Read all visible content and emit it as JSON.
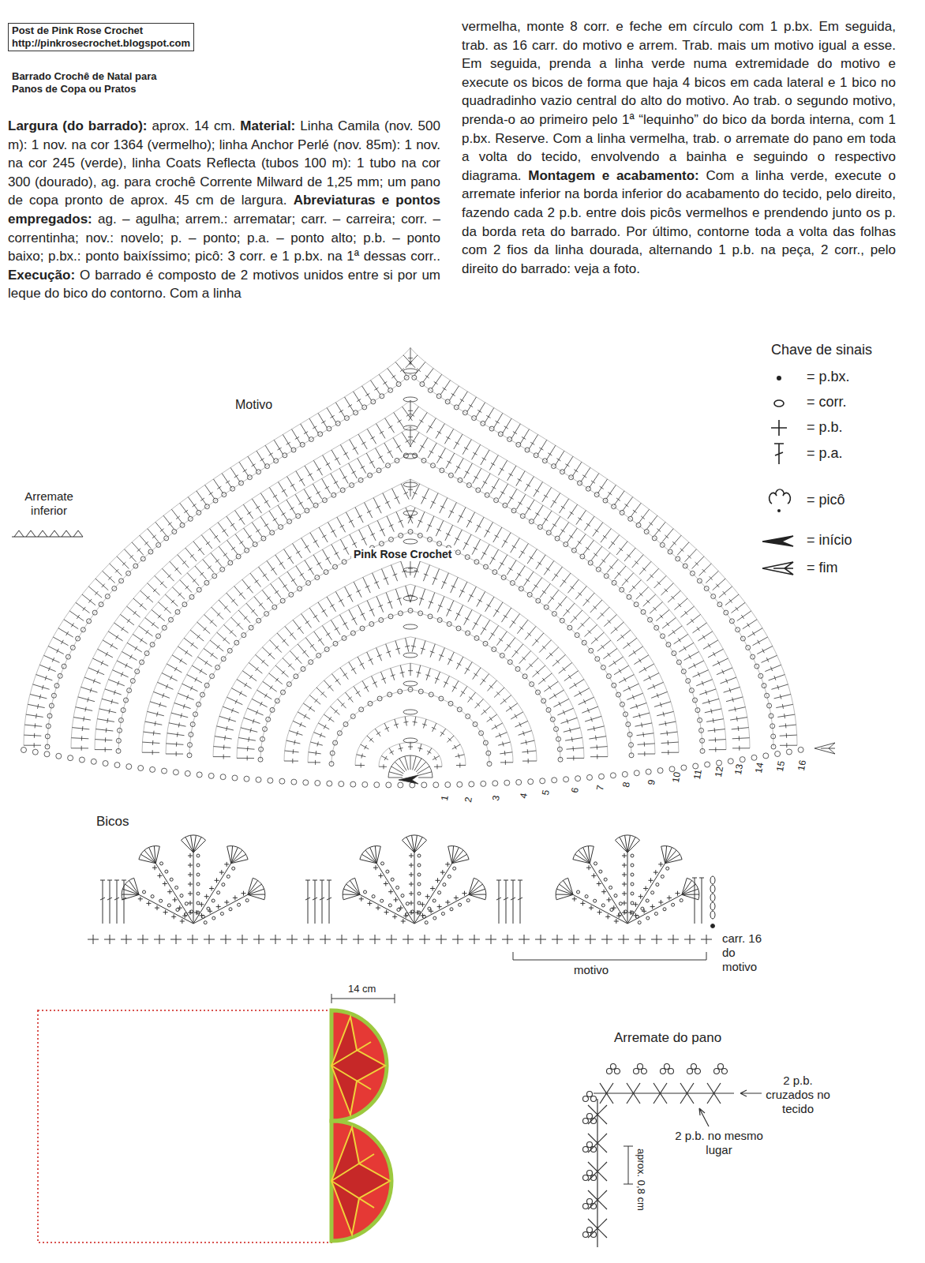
{
  "diagram": {
    "title": "Barrado Crochê de Natal para Panos de Copa ou Pratos",
    "nodes": [
      {
        "text": [
          "Post de Pink Rose Crochet",
          "http://pinkrosecrochet.blogspot.com"
        ]
      }
    ],
    "labels": [
      "Largura (do barrado):",
      "aprox. 14 cm.",
      "Material:",
      "Linha Camila (nov. 500 m): 1 nov. na cor 1364 (vermelho); linha Anchor Perlé (nov. 85m): 1 nov. na cor 245 (verde), linha Coats Reflecta (tubos 100 m): 1 tubo na cor 300 (dourado), ag. para crochê Corrente Milward de 1,25 mm; um pano de copa pronto de aprox. 45 cm de largura.",
      "Abreviaturas e pontos empregados:",
      "ag. – agulha; arrem.: arrematar; carr. – carreira; corr. – correntinha; nov.: novelo; p. – ponto; p.a. – ponto alto; p.b. – ponto baixo; p.bx.: ponto baixíssimo; picô: 3 corr. e 1 p.bx. na 1ª dessas corr..",
      "Execução:",
      "O barrado é composto de 2 motivos unidos entre si por um leque do bico do contorno. Com a linha",
      "vermelha, monte 8 corr. e feche em círculo com 1 p.bx. Em seguida, trab. as 16 carr. do motivo e arrem. Trab. mais um motivo igual a esse. Em seguida, prenda a linha verde numa extremidade do motivo e execute os bicos de forma que haja 4 bicos em cada lateral e 1 bico no quadradinho vazio central do alto do motivo. Ao trab. o segundo motivo, prenda-o ao primeiro pelo 1ª “lequinho” do bico da borda interna, com 1 p.bx. Reserve. Com a linha vermelha, trab. o arremate do pano em toda a volta do tecido, envolvendo a bainha e seguindo o respectivo diagrama.",
      "Montagem e acabamento:",
      "Com a linha verde, execute o arremate inferior na borda inferior do acabamento do tecido, pelo direito, fazendo cada 2 p.b. entre dois picôs vermelhos e prendendo junto os p. da borda reta do barrado. Por último, contorne toda a volta das folhas com 2 fios da linha dourada, alternando 1 p.b. na peça, 2 corr., pelo direito do barrado: veja a foto.",
      "Motivo",
      "Arremate inferior",
      "Pink Rose Crochet",
      "1",
      "2",
      "3",
      "4",
      "5",
      "6",
      "7",
      "8",
      "9",
      "10",
      "11",
      "12",
      "13",
      "14",
      "15",
      "16",
      "Chave de sinais",
      "Bicos",
      "carr. 16 do motivo",
      "motivo",
      "14 cm",
      "Arremate do pano",
      "2 p.b. cruzados no tecido",
      "2 p.b. no mesmo lugar",
      "aprox. 0,8 cm"
    ],
    "legend": [
      {
        "text": "= p.bx."
      },
      {
        "text": "= corr."
      },
      {
        "text": "= p.b."
      },
      {
        "text": "= p.a."
      },
      {
        "text": "= picô"
      },
      {
        "text": "= início"
      },
      {
        "text": "= fim"
      }
    ]
  }
}
